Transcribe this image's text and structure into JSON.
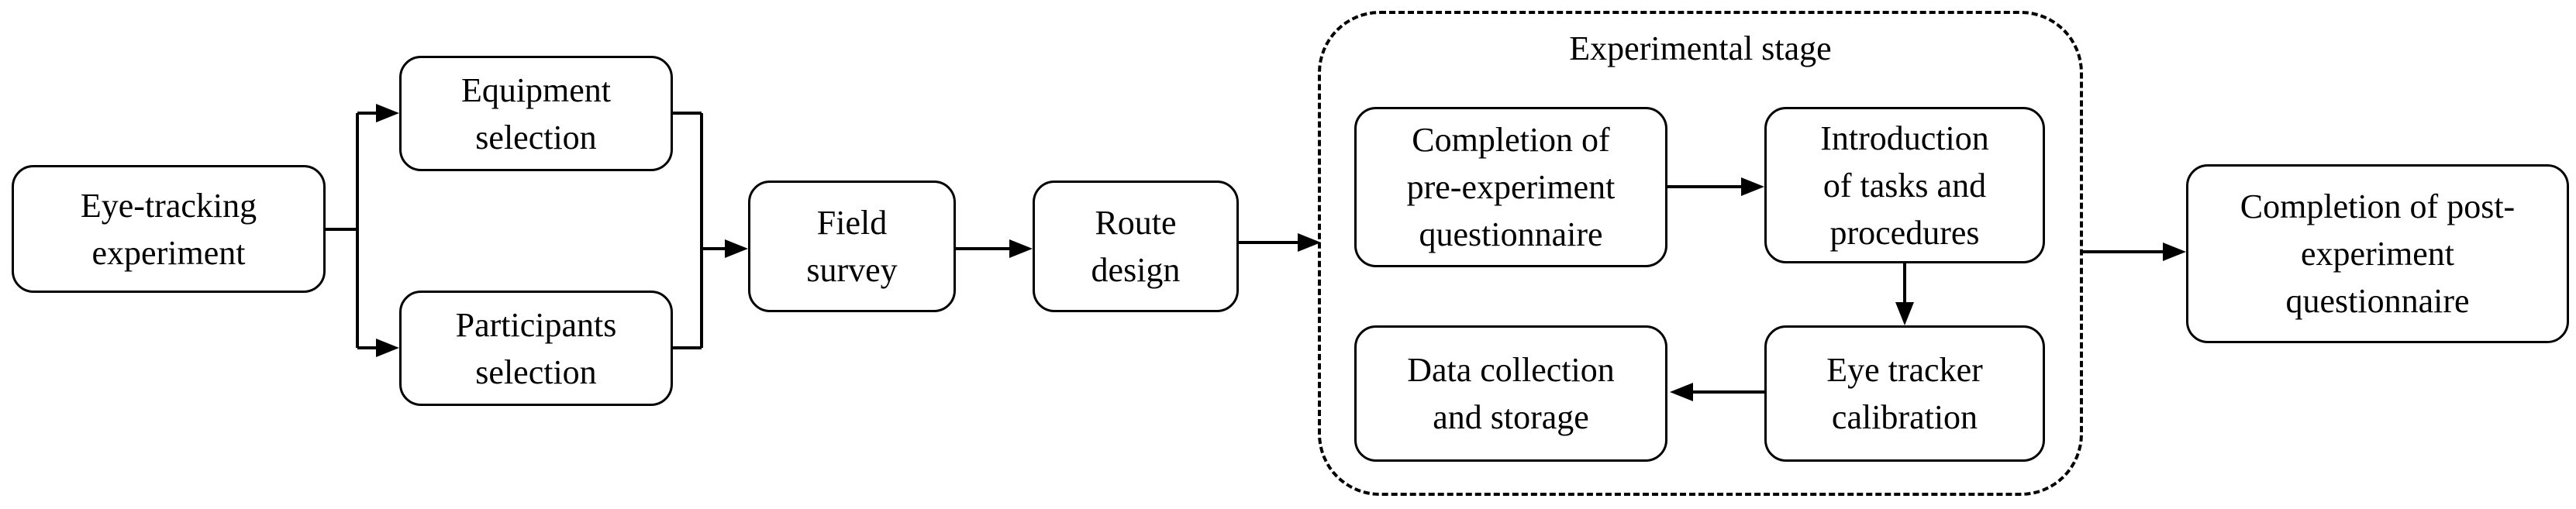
{
  "nodes": {
    "eye_tracking_experiment": "Eye-tracking\nexperiment",
    "equipment_selection": "Equipment\nselection",
    "participants_selection": "Participants\nselection",
    "field_survey": "Field\nsurvey",
    "route_design": "Route\ndesign",
    "pre_questionnaire": "Completion of\npre-experiment\nquestionnaire",
    "introduction_tasks": "Introduction\nof tasks and\nprocedures",
    "eye_tracker_calibration": "Eye tracker\ncalibration",
    "data_collection": "Data collection\nand storage",
    "post_questionnaire": "Completion of post-\nexperiment\nquestionnaire"
  },
  "stage": {
    "title": "Experimental stage"
  },
  "colors": {
    "stroke": "#000000",
    "background": "#ffffff"
  }
}
